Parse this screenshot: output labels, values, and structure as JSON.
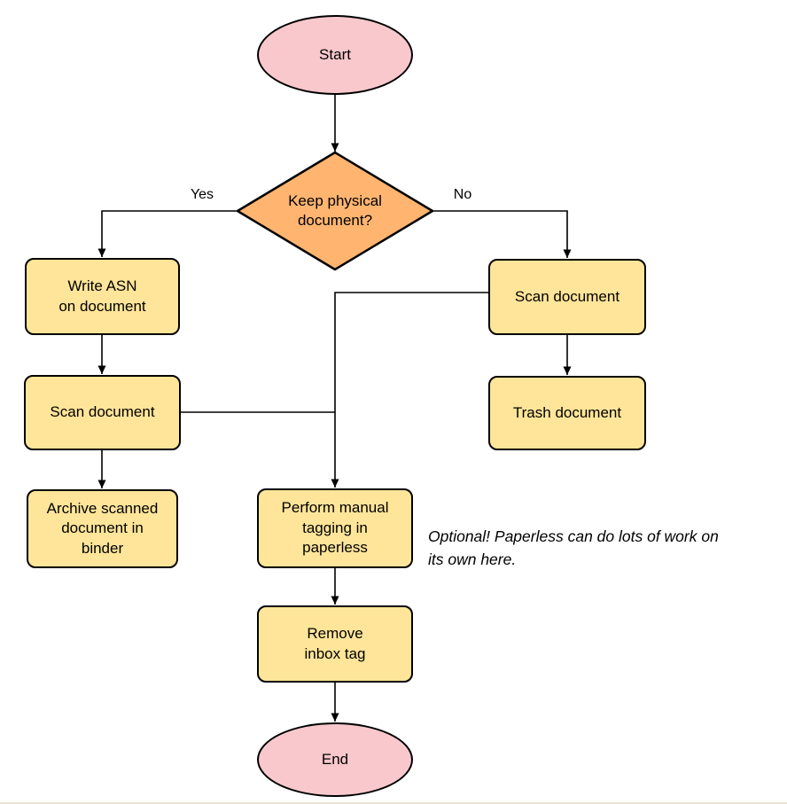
{
  "colors": {
    "canvas-bg": "#ffffff",
    "terminal-fill": "#f8c8cd",
    "decision-fill": "#ffb570",
    "process-fill": "#ffe599",
    "stroke": "#000000",
    "edge": "#000000",
    "text": "#000000",
    "bottom-rule": "#ece5d3"
  },
  "nodes": {
    "start": {
      "type": "terminal",
      "label": "Start"
    },
    "decision": {
      "type": "decision",
      "label": "Keep physical\ndocument?"
    },
    "write_asn": {
      "type": "process",
      "label": "Write ASN\non document"
    },
    "scan_left": {
      "type": "process",
      "label": "Scan document"
    },
    "archive": {
      "type": "process",
      "label": "Archive scanned\ndocument in\nbinder"
    },
    "scan_right": {
      "type": "process",
      "label": "Scan document"
    },
    "trash": {
      "type": "process",
      "label": "Trash document"
    },
    "tagging": {
      "type": "process",
      "label": "Perform manual\ntagging in\npaperless"
    },
    "remove_tag": {
      "type": "process",
      "label": "Remove\ninbox tag"
    },
    "end": {
      "type": "terminal",
      "label": "End"
    }
  },
  "edge_labels": {
    "yes": "Yes",
    "no": "No"
  },
  "annotation": {
    "text": "Optional! Paperless can do lots of work on\nits own here."
  }
}
